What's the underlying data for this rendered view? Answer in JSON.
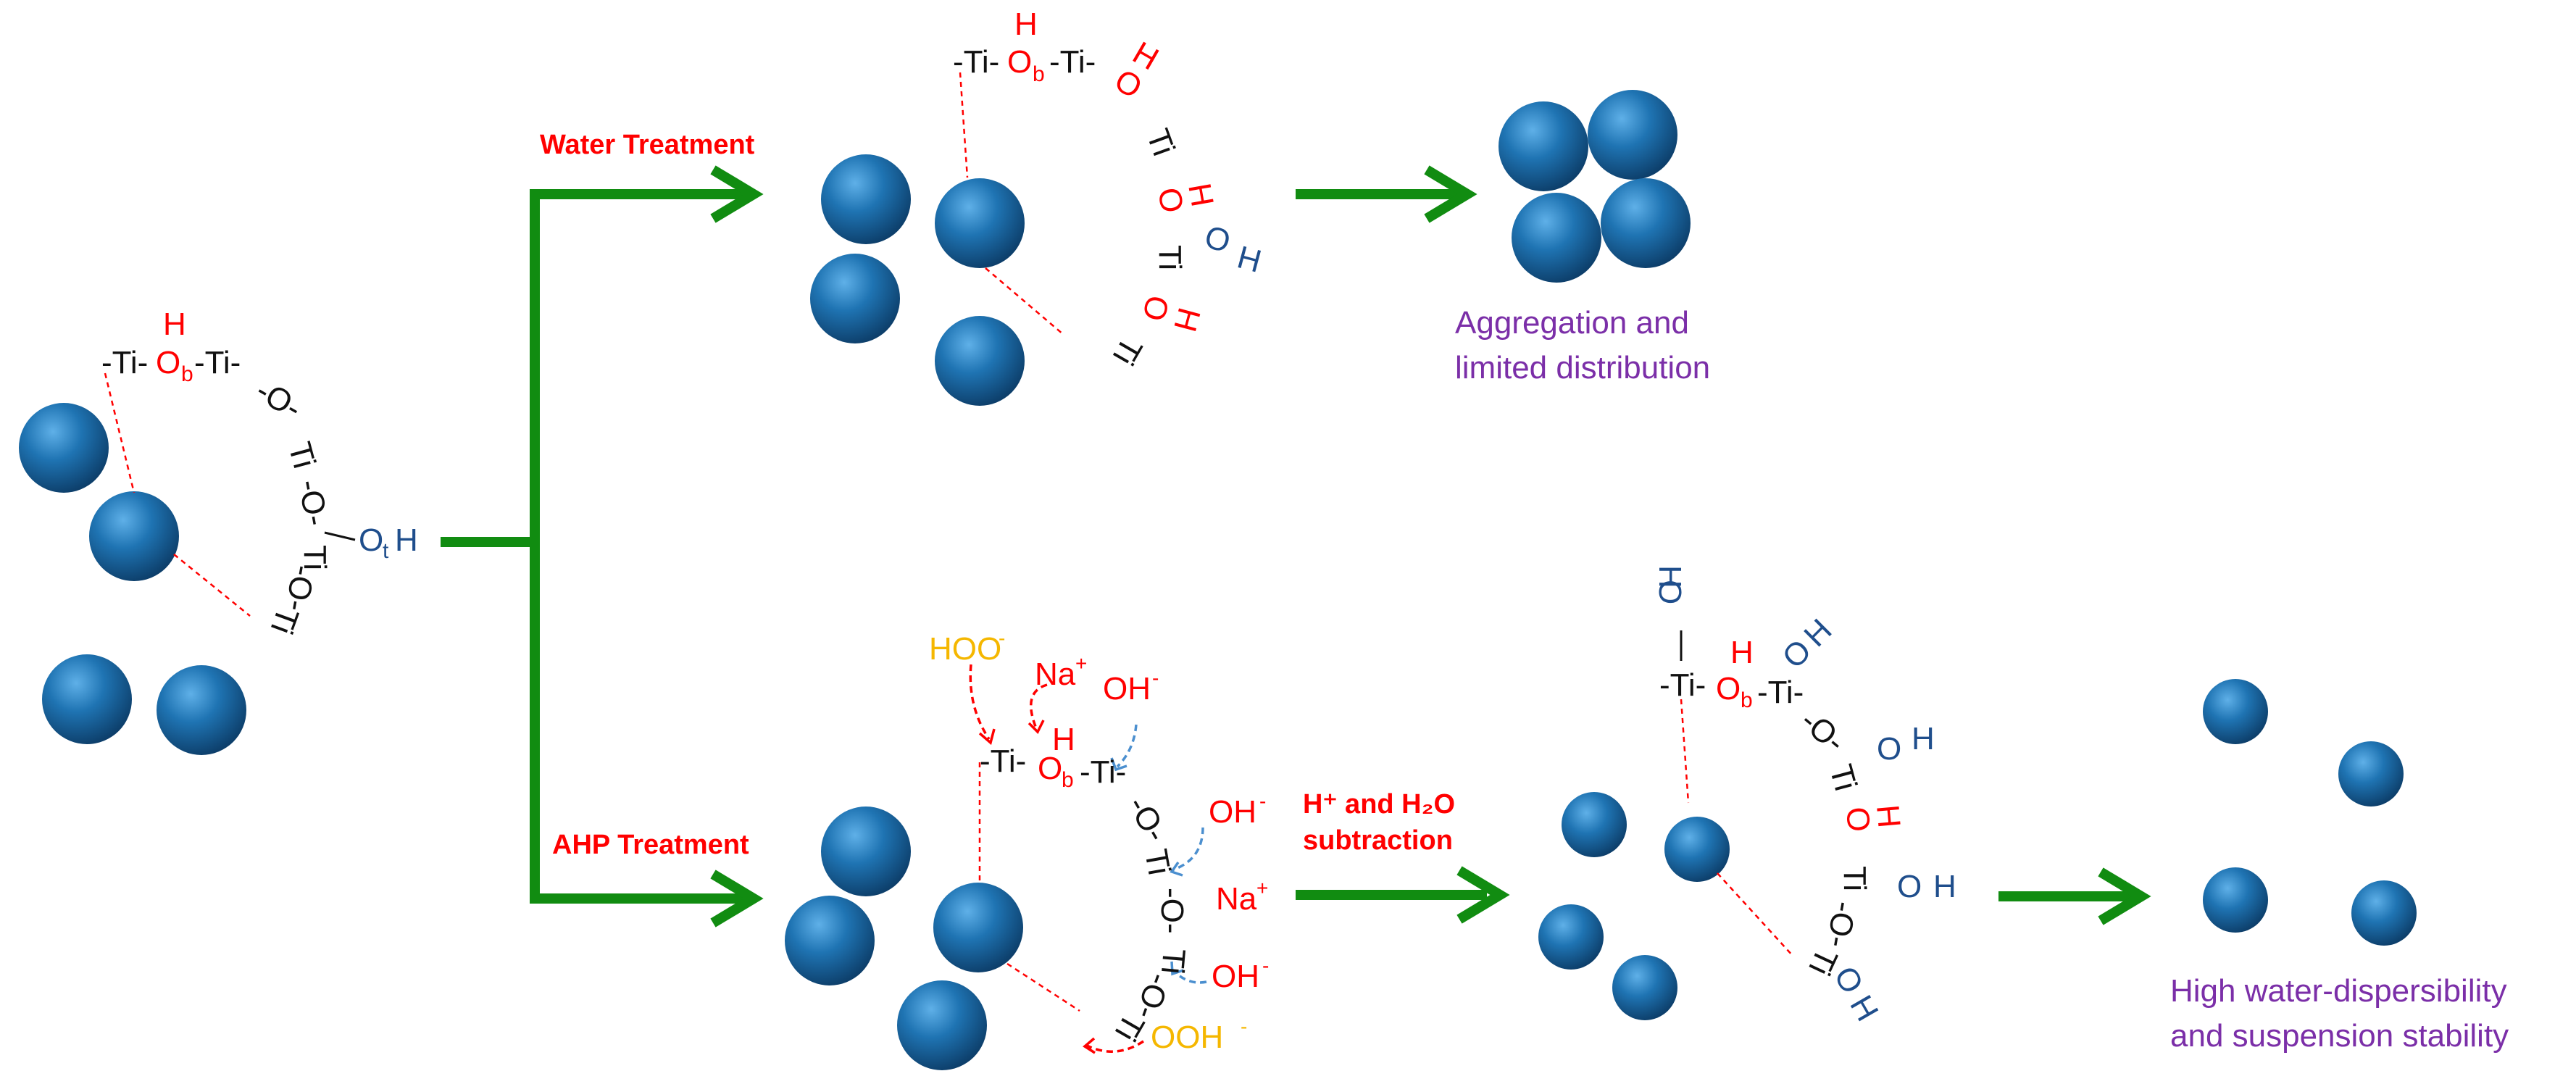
{
  "colors": {
    "sphere": "#1e6ea8",
    "arrow": "#118c11",
    "bond": "#111111",
    "red": "#ff0000",
    "blue": "#1f4e8c",
    "orange": "#f5b700",
    "purple": "#7b2fa8",
    "dashed_blue": "#4b8fcf"
  },
  "labels": {
    "water_treatment": "Water Treatment",
    "ahp_treatment": "AHP Treatment",
    "subtraction_line1": "H⁺ and H₂O",
    "subtraction_line2": "subtraction",
    "aggregation_line1": "Aggregation and",
    "aggregation_line2": "limited distribution",
    "dispersibility_line1": "High water-dispersibility",
    "dispersibility_line2": "and suspension stability"
  },
  "chem": {
    "h": "H",
    "o_b": "O",
    "sub_b": "b",
    "o_t": "O",
    "sub_t": "t",
    "ti_dash": "-Ti-",
    "ti": "Ti",
    "dash_o": "-O-",
    "o": "O",
    "hoo": "HOO",
    "na": "Na",
    "oh": "OH",
    "ooh": "OOH",
    "minus": "-",
    "plus": "+"
  }
}
